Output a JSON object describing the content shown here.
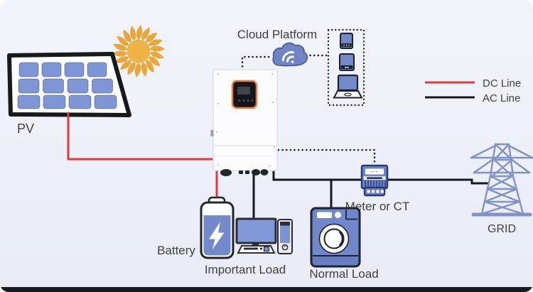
{
  "scene": {
    "pv_label": "PV",
    "cloud_label": "Cloud Platform",
    "battery_label": "Battery",
    "important_load_label": "Important Load",
    "normal_load_label": "Normal Load",
    "meter_label": "Meter or CT",
    "meter_display": "---",
    "grid_label": "GRID"
  },
  "legend": {
    "dc_label": "DC Line",
    "ac_label": "AC Line",
    "dc_color": "#e23a3c",
    "ac_color": "#16191f"
  },
  "colors": {
    "background": "#eef0f8",
    "device_blue": "#7289cc",
    "panel_cell_blue": "#7e96d6",
    "sun_orange": "#efae3c",
    "grid_tower_blue": "#8092c8",
    "outline_dark": "#1d2130",
    "text": "#3d3f42"
  }
}
